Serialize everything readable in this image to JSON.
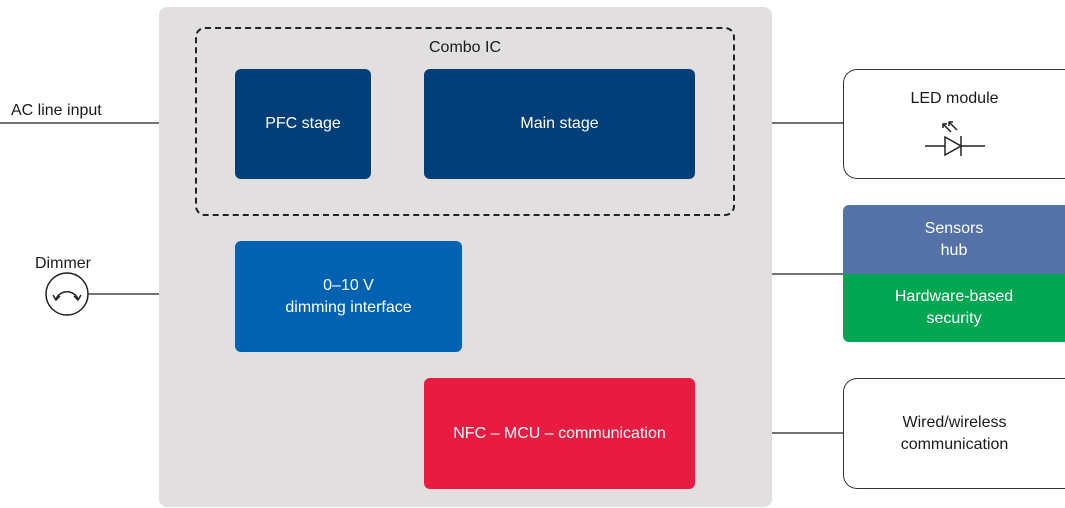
{
  "combo_ic": {
    "title": "Combo IC"
  },
  "blocks": {
    "pfc": "PFC stage",
    "main": "Main stage",
    "dimming": "0–10 V\ndimming interface",
    "nfc": "NFC – MCU – communication"
  },
  "inputs": {
    "ac_line": "AC line  input",
    "dimmer": "Dimmer"
  },
  "outputs": {
    "led_module": "LED module",
    "sensors_hub": "Sensors\nhub",
    "hardware_security": "Hardware-based\nsecurity",
    "wired_wireless": "Wired/wireless\ncommunication"
  },
  "icons": {
    "led": "led-diode-icon",
    "dimmer": "dimmer-knob-icon"
  },
  "colors": {
    "panel": "#e2dfe0",
    "navy": "#023f78",
    "dimming_blue": "#0062b0",
    "nfc_red": "#e81c41",
    "sensors_blue": "#5572a8",
    "security_green": "#00a651"
  }
}
